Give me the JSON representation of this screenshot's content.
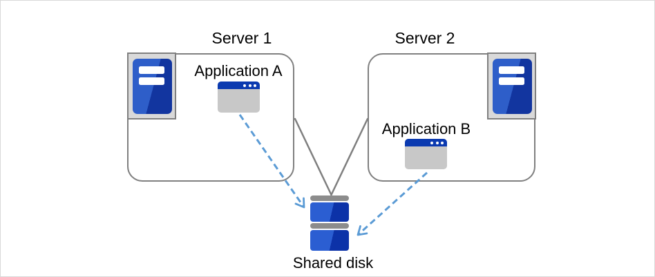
{
  "servers": [
    {
      "label": "Server 1",
      "app_label": "Application A"
    },
    {
      "label": "Server 2",
      "app_label": "Application B"
    }
  ],
  "disk": {
    "label": "Shared disk"
  },
  "icons": {
    "server": "server-tower-icon",
    "application": "app-window-icon",
    "disk": "disk-stack-icon",
    "link": "dashed-arrow-icon"
  },
  "colors": {
    "canvas_border": "#d8d8d8",
    "box_border": "#7f7f7f",
    "connector": "#7f7f7f",
    "arrow_blue": "#5b9bd5",
    "frame_fill": "#d9d9d9",
    "tower_blue_light": "#2e5ec9",
    "tower_blue_dark": "#12359f",
    "app_titlebar_blue": "#0b3ab0",
    "app_body_gray": "#c8c8c8",
    "disk_cap_gray": "#8c8c8c",
    "disk_blue_light": "#2b5ed2",
    "disk_blue_dark": "#0c32a8",
    "text": "#000000"
  }
}
